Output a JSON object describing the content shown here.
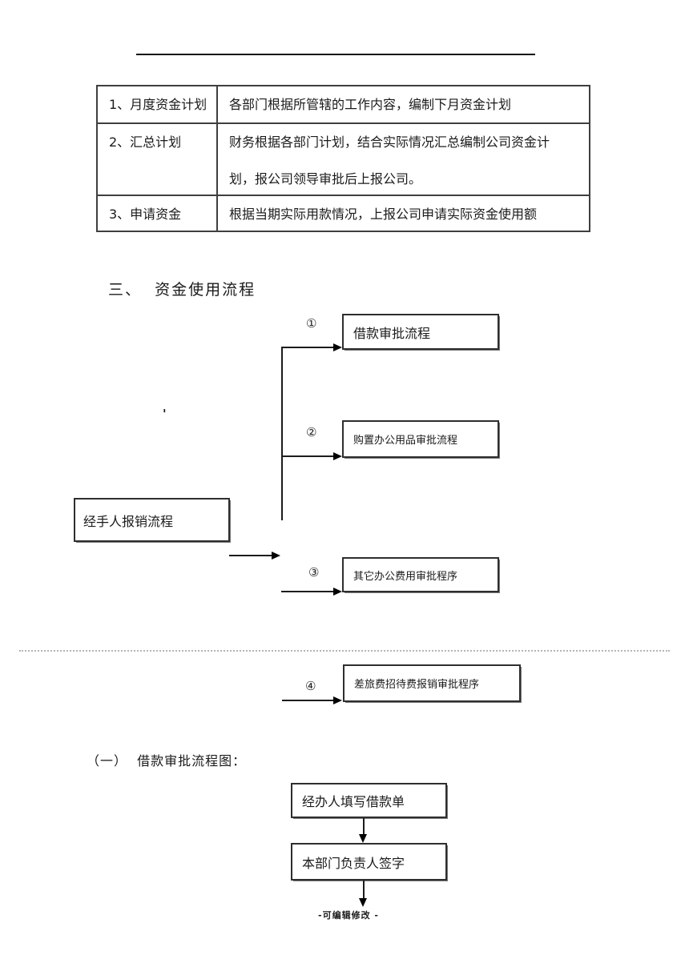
{
  "table": {
    "rows": [
      {
        "label": "1、月度资金计划",
        "desc_lines": [
          "各部门根据所管辖的工作内容，编制下月资金计划"
        ]
      },
      {
        "label": "2、汇总计划",
        "desc_lines": [
          "财务根据各部门计划，结合实际情况汇总编制公司资金计",
          "划，报公司领导审批后上报公司。"
        ]
      },
      {
        "label": "3、申请资金",
        "desc_lines": [
          "根据当期实际用款情况，上报公司申请实际资金使用额"
        ]
      }
    ]
  },
  "section_heading": "三、  资金使用流程",
  "flowchart": {
    "source_box": "经手人报销流程",
    "stray_mark": "'",
    "branches": [
      {
        "marker": "①",
        "label": "借款审批流程"
      },
      {
        "marker": "②",
        "label": "购置办公用品审批流程"
      },
      {
        "marker": "③",
        "label": "其它办公费用审批程序"
      },
      {
        "marker": "④",
        "label": "差旅费招待费报销审批程序"
      }
    ]
  },
  "subsection_heading": "（一）  借款审批流程图：",
  "loan_flow": {
    "steps": [
      "经办人填写借款单",
      "本部门负责人签字"
    ]
  },
  "footer": "-可编辑修改 -"
}
